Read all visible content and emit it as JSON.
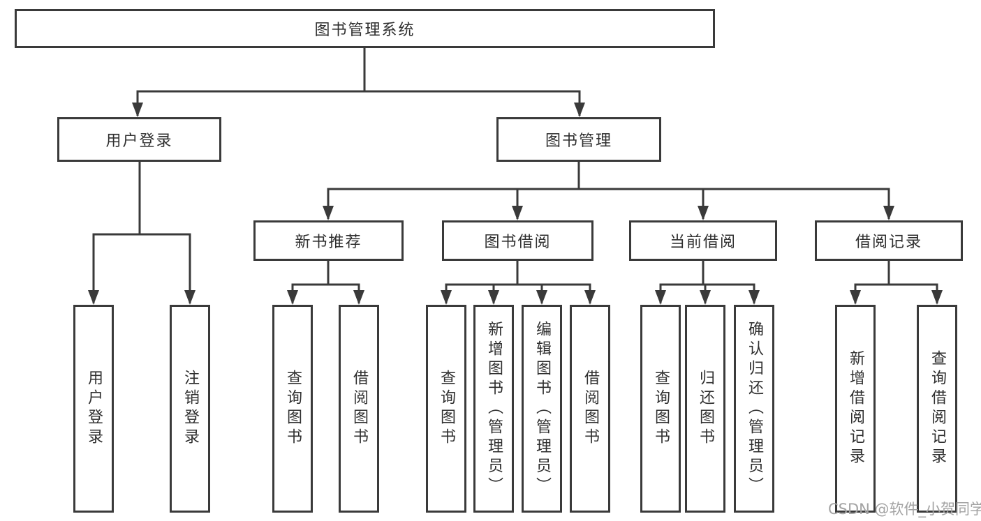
{
  "diagram": {
    "type": "hierarchy-tree",
    "root": {
      "label": "图书管理系统"
    },
    "level2": [
      {
        "label": "用户登录"
      },
      {
        "label": "图书管理"
      }
    ],
    "level3": [
      {
        "label": "新书推荐",
        "parent": "图书管理"
      },
      {
        "label": "图书借阅",
        "parent": "图书管理"
      },
      {
        "label": "当前借阅",
        "parent": "图书管理"
      },
      {
        "label": "借阅记录",
        "parent": "图书管理"
      }
    ],
    "leaves": [
      {
        "label": "用户登录",
        "parent": "用户登录"
      },
      {
        "label": "注销登录",
        "parent": "用户登录"
      },
      {
        "label": "查询图书",
        "parent": "新书推荐"
      },
      {
        "label": "借阅图书",
        "parent": "新书推荐"
      },
      {
        "label": "查询图书",
        "parent": "图书借阅"
      },
      {
        "label": "新增图书（管理员）",
        "parent": "图书借阅"
      },
      {
        "label": "编辑图书（管理员）",
        "parent": "图书借阅"
      },
      {
        "label": "借阅图书",
        "parent": "图书借阅"
      },
      {
        "label": "查询图书",
        "parent": "当前借阅"
      },
      {
        "label": "归还图书",
        "parent": "当前借阅"
      },
      {
        "label": "确认归还（管理员）",
        "parent": "当前借阅"
      },
      {
        "label": "新增借阅记录",
        "parent": "借阅记录"
      },
      {
        "label": "查询借阅记录",
        "parent": "借阅记录"
      }
    ],
    "watermark": "CSDN @软件_小贺同学",
    "colors": {
      "line": "#3a3a3a",
      "text": "#2f2f2f",
      "watermark": "#a3a3a3",
      "background": "#ffffff"
    }
  }
}
